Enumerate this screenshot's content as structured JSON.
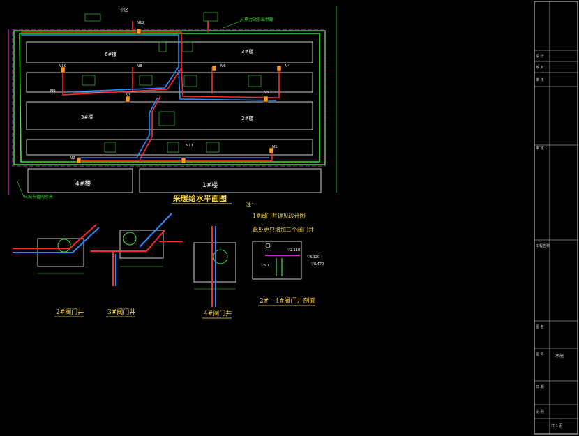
{
  "colors": {
    "background": "#000000",
    "building_outline": "#ffffff",
    "heating_supply": "#ff2a2a",
    "heating_return": "#2a8cff",
    "trench": "#39e639",
    "boundary": "#ff3dff",
    "title": "#f5d64a",
    "note": "#f5d64a"
  },
  "plan": {
    "title": "采暖给水平面图",
    "buildings": [
      {
        "id": "b6",
        "label": "6#楼"
      },
      {
        "id": "b3",
        "label": "3#楼"
      },
      {
        "id": "b5",
        "label": "5#楼"
      },
      {
        "id": "b2",
        "label": "2#楼"
      },
      {
        "id": "b4",
        "label": "4#楼"
      },
      {
        "id": "b1",
        "label": "1#楼"
      }
    ],
    "wells": [
      "N12",
      "N10",
      "N8",
      "N6",
      "N4",
      "N3",
      "N2",
      "N1",
      "N11",
      "N9",
      "N5"
    ],
    "top_road": "小区",
    "source_note": "从热力站引出供暖",
    "entry_note": "从城市管网引来"
  },
  "notes": {
    "heading": "注：",
    "line1": "1#阀门井详见设计图",
    "line2": "此处更只增加三个阀门井"
  },
  "details": [
    {
      "id": "d2",
      "label": "2#阀门井"
    },
    {
      "id": "d3",
      "label": "3#阀门井"
    },
    {
      "id": "d4",
      "label": "4#阀门井"
    },
    {
      "id": "d5",
      "label": "2#—4#阀门井剖面"
    }
  ],
  "section_labels": {
    "top": "▽2.110",
    "right1": "▽8.120",
    "right2": "▽8.470",
    "left": "▽8.1"
  },
  "title_block": {
    "rows": [
      "设 计",
      "校 对",
      "审 核",
      "审 定",
      "工程名称",
      "图 名",
      "图 号",
      "日 期",
      "比 例"
    ],
    "sheet": "水施",
    "page": "共 1 页"
  }
}
